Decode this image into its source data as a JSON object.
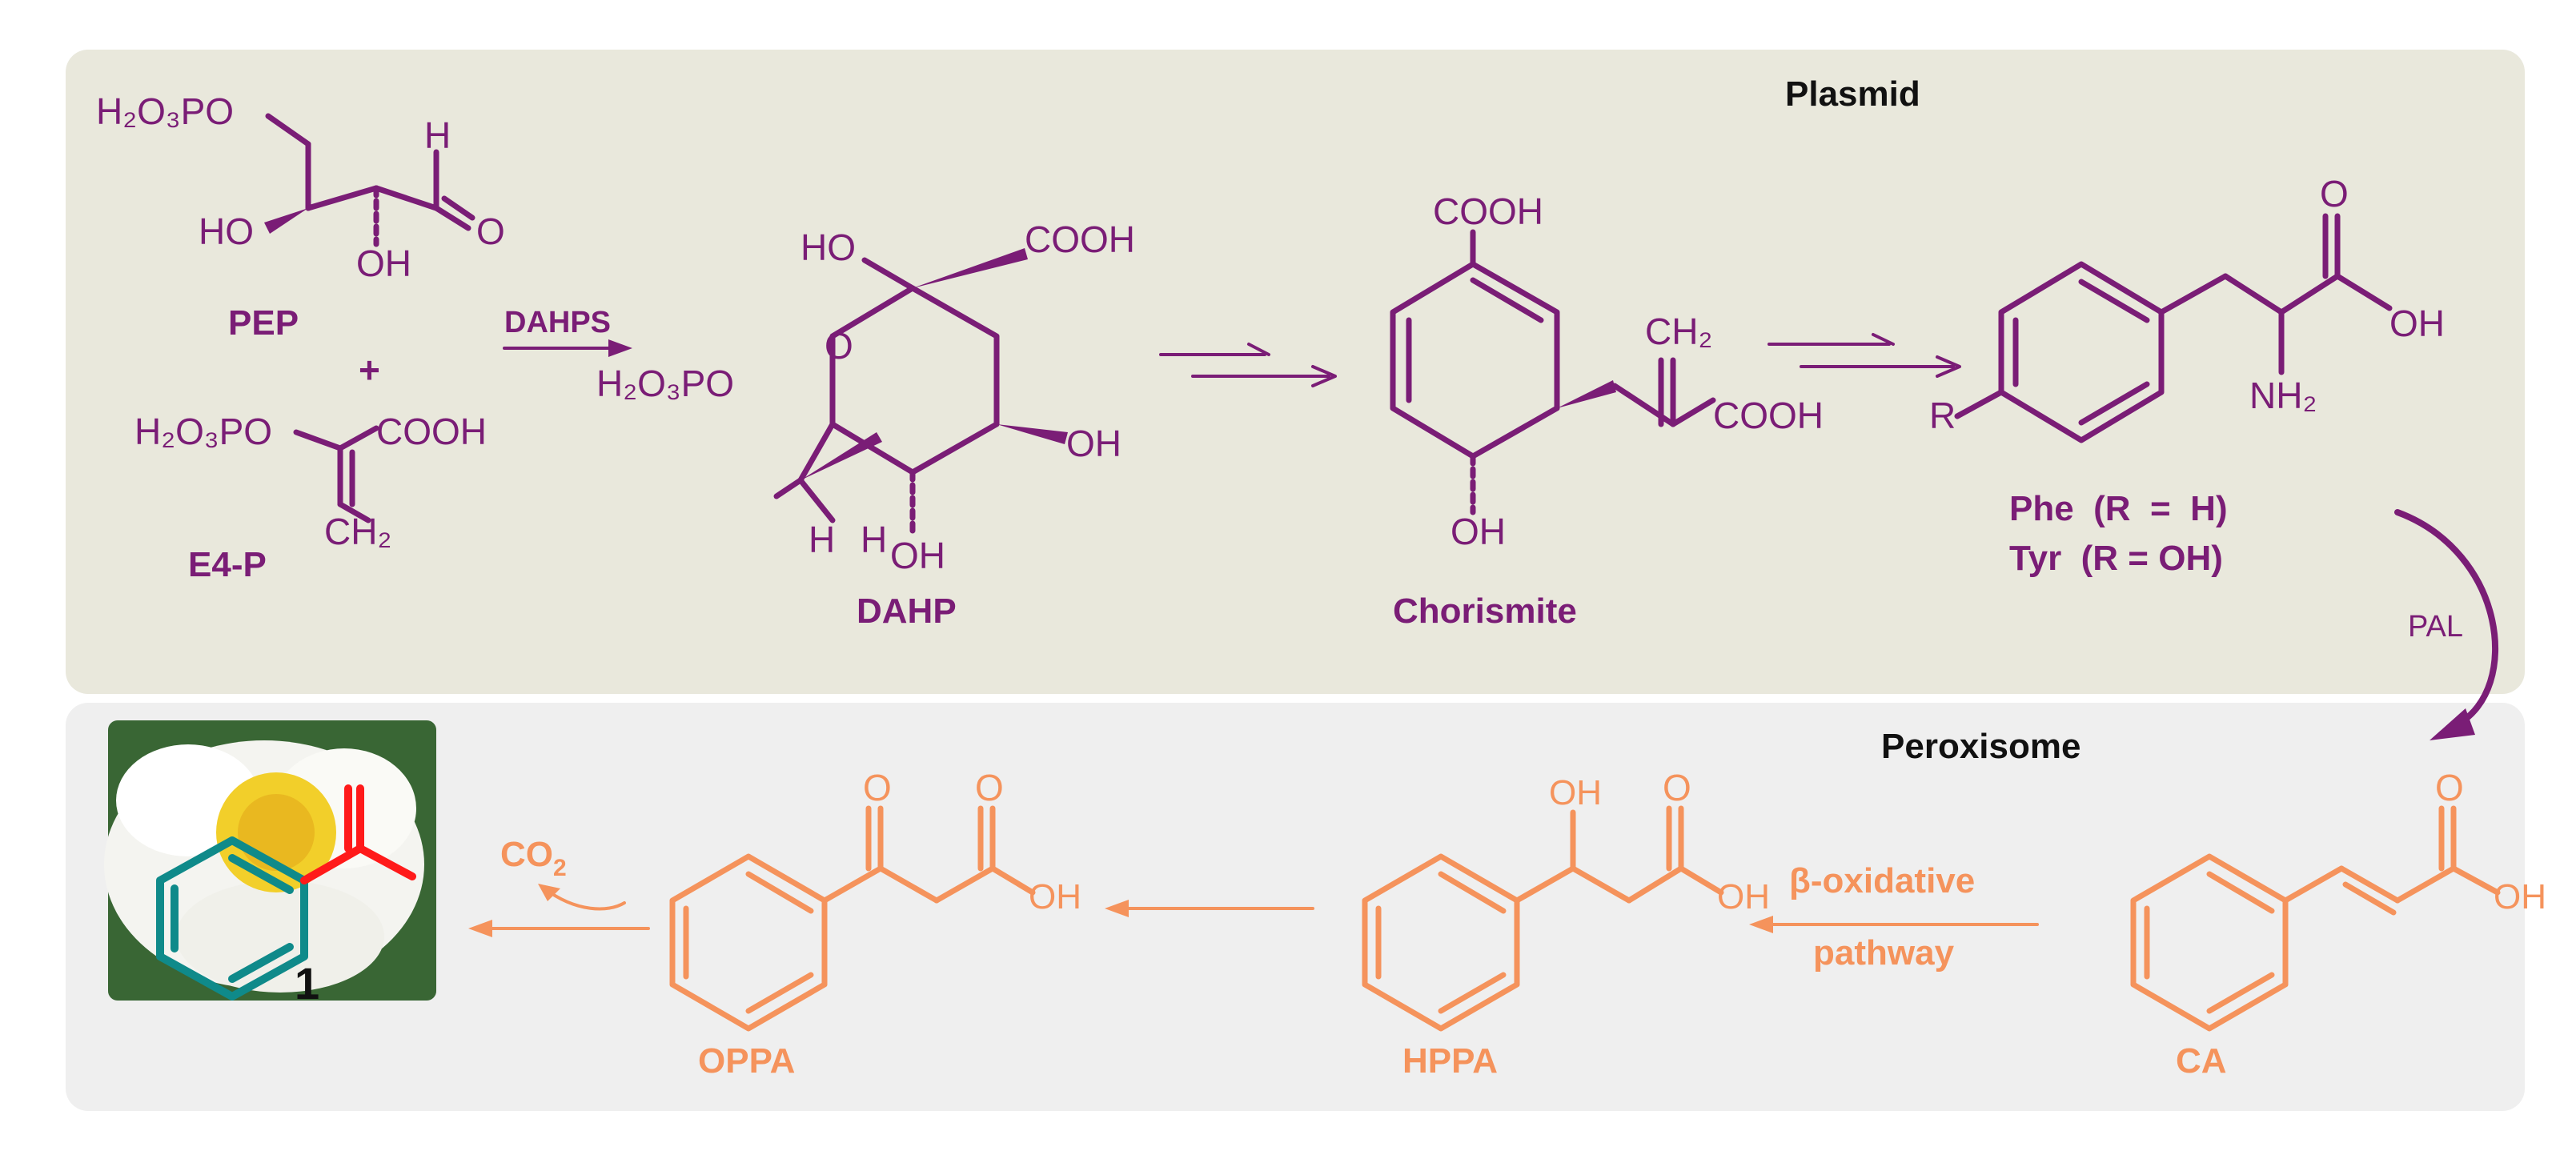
{
  "colors": {
    "plastid_bg": "#e9e8dc",
    "peroxisome_bg": "#efefef",
    "purple": "#7a1d76",
    "orange": "#f5935c",
    "red": "#ff1a1a",
    "teal": "#0f8a8a",
    "black": "#111111",
    "flower_green": "#3f6e3a",
    "flower_petal": "#f4f4f0",
    "flower_center": "#f2cf2a"
  },
  "compartments": {
    "plastid": "Plasmid",
    "peroxisome": "Peroxisome"
  },
  "compounds": {
    "pep": "PEP",
    "plus": "+",
    "e4p": "E4-P",
    "dahp": "DAHP",
    "chorismite": "Chorismite",
    "phe": "Phe  (R  =  H)",
    "tyr": "Tyr  (R = OH)",
    "ca": "CA",
    "hppa": "HPPA",
    "oppa": "OPPA",
    "product_number": "1"
  },
  "enzymes": {
    "dahps": "DAHPS",
    "pal": "PAL",
    "beta_oxidative_1": "β-oxidative",
    "beta_oxidative_2": "pathway"
  },
  "byproducts": {
    "co2_base": "CO",
    "co2_sub": "2"
  },
  "atoms": {
    "h2o3po": "H₂O₃PO",
    "ho": "HO",
    "oh": "OH",
    "o": "O",
    "h": "H",
    "cooh": "COOH",
    "ch2": "CH₂",
    "nh2": "NH₂",
    "r": "R"
  }
}
